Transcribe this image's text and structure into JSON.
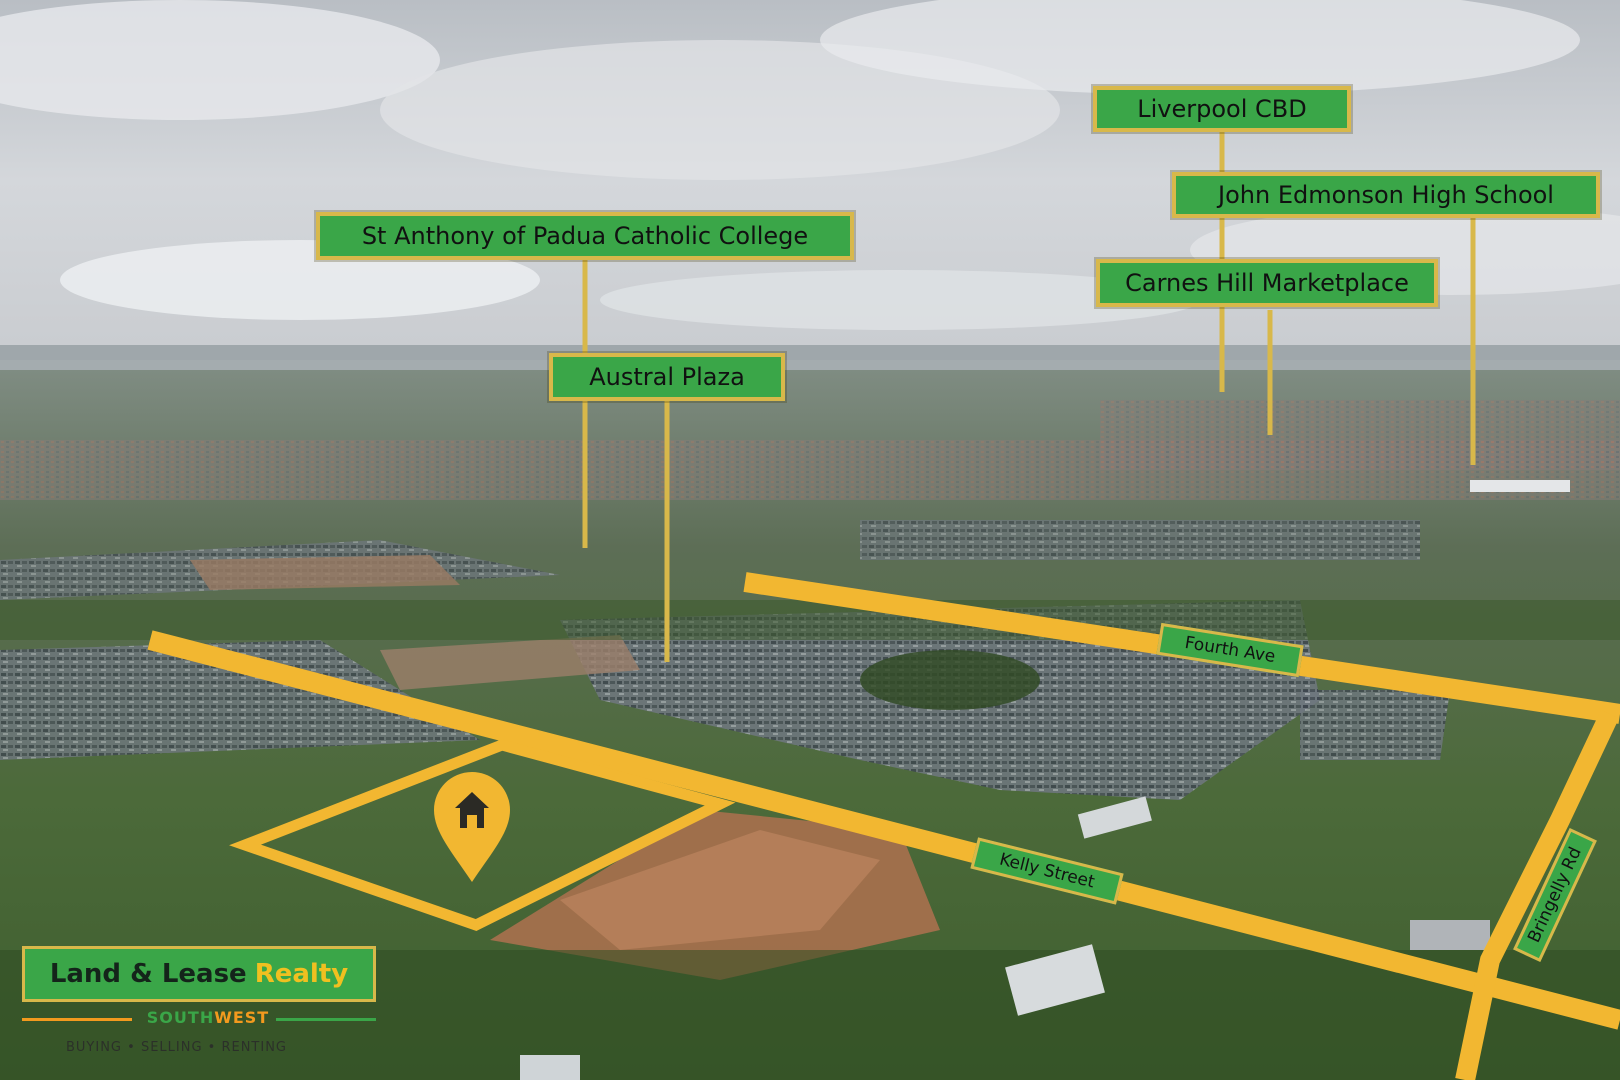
{
  "labels": {
    "liverpool_cbd": "Liverpool CBD",
    "john_edmonson": "John Edmonson High School",
    "st_anthony": "St Anthony of Padua Catholic College",
    "carnes_hill": "Carnes Hill Marketplace",
    "austral_plaza": "Austral Plaza"
  },
  "roads": {
    "fourth_ave": "Fourth Ave",
    "kelly_street": "Kelly Street",
    "bringelly_rd": "Bringelly Rd"
  },
  "logo": {
    "name_main": "Land & Lease",
    "name_accent": "Realty",
    "sub_part1": "SOUTH",
    "sub_part2": "WEST",
    "tagline": "BUYING • SELLING • RENTING"
  },
  "colors": {
    "label_green": "#3aa648",
    "label_border": "#d8b84a",
    "road_yellow": "#f2b731",
    "logo_orange": "#f39a1e"
  },
  "icons": [
    "house-location-pin-icon"
  ]
}
